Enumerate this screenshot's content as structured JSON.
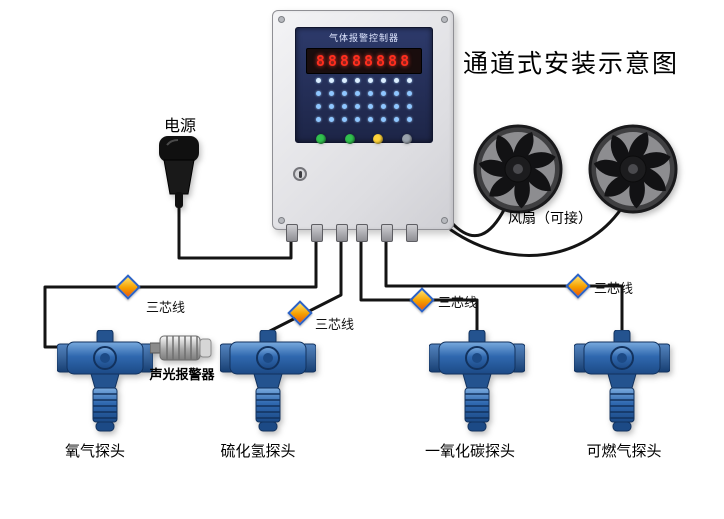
{
  "title": "通道式安装示意图",
  "controller": {
    "panel_title": "气体报警控制器",
    "display_value": "88888888"
  },
  "power": {
    "label": "电源"
  },
  "fans": {
    "label": "风扇（可接）"
  },
  "alarm": {
    "label": "声光报警器"
  },
  "wires": [
    {
      "label": "三芯线"
    },
    {
      "label": "三芯线"
    },
    {
      "label": "三芯线"
    },
    {
      "label": "三芯线"
    }
  ],
  "detectors": [
    {
      "label": "氧气探头"
    },
    {
      "label": "硫化氢探头"
    },
    {
      "label": "一氧化碳探头"
    },
    {
      "label": "可燃气探头"
    }
  ],
  "colors": {
    "wire": "#141414",
    "detector_blue": "#2a62a8",
    "junction_orange": "#f59f00",
    "led_red": "#ff2e1e",
    "panel_navy": "#232c52"
  }
}
